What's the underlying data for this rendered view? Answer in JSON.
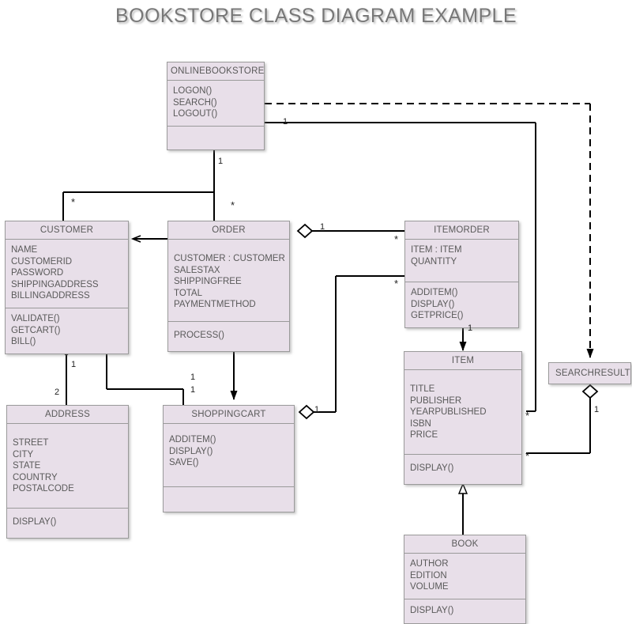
{
  "diagram": {
    "title": "BOOKSTORE CLASS DIAGRAM EXAMPLE",
    "colors": {
      "class_fill": "#e8dfe9",
      "class_border": "#9a9a9a",
      "text": "#5a5a5a",
      "title_text": "#777777",
      "edge": "#000000"
    }
  },
  "classes": {
    "onlinebookstore": {
      "name": "ONLINEBOOKSTORE",
      "attributes": [],
      "operations": [
        "LOGON()",
        "SEARCH()",
        "LOGOUT()"
      ],
      "extra": []
    },
    "customer": {
      "name": "CUSTOMER",
      "attributes": [
        "NAME",
        "CUSTOMERID",
        "PASSWORD",
        "SHIPPINGADDRESS",
        "BILLINGADDRESS"
      ],
      "operations": [
        "VALIDATE()",
        "GETCART()",
        "BILL()"
      ]
    },
    "order": {
      "name": "ORDER",
      "attributes": [
        "CUSTOMER : CUSTOMER",
        "SALESTAX",
        "SHIPPINGFREE",
        "TOTAL",
        "PAYMENTMETHOD"
      ],
      "operations": [
        "PROCESS()"
      ]
    },
    "itemorder": {
      "name": "ITEMORDER",
      "attributes": [
        "ITEM : ITEM",
        "QUANTITY"
      ],
      "operations": [
        "ADDITEM()",
        "DISPLAY()",
        "GETPRICE()"
      ]
    },
    "item": {
      "name": "ITEM",
      "attributes": [
        "TITLE",
        "PUBLISHER",
        "YEARPUBLISHED",
        "ISBN",
        "PRICE"
      ],
      "operations": [
        "DISPLAY()"
      ]
    },
    "book": {
      "name": "BOOK",
      "attributes": [
        "AUTHOR",
        "EDITION",
        "VOLUME"
      ],
      "operations": [
        "DISPLAY()"
      ]
    },
    "address": {
      "name": "ADDRESS",
      "attributes": [
        "STREET",
        "CITY",
        "STATE",
        "COUNTRY",
        "POSTALCODE"
      ],
      "operations": [
        "DISPLAY()"
      ]
    },
    "shoppingcart": {
      "name": "SHOPPINGCART",
      "attributes": [],
      "operations": [
        "ADDITEM()",
        "DISPLAY()",
        "SAVE()"
      ]
    },
    "searchresult": {
      "name": "SEARCHRESULT",
      "attributes": [],
      "operations": []
    }
  },
  "multiplicities": {
    "store_to_searchresult": "1",
    "store_down": "1",
    "store_to_customer": "*",
    "store_to_order": "*",
    "order_to_itemorder_src": "1",
    "order_to_itemorder_dst": "*",
    "order_to_item_dst": "*",
    "customer_to_address_src": "1",
    "customer_to_address_dst": "2",
    "cart_label_a": "1",
    "cart_label_b": "1",
    "cart_to_item": "1",
    "itemorder_to_item": "1",
    "searchresult_to_item_src": "1",
    "searchresult_to_item_dst": "*",
    "itemorder_right_star": "*"
  }
}
